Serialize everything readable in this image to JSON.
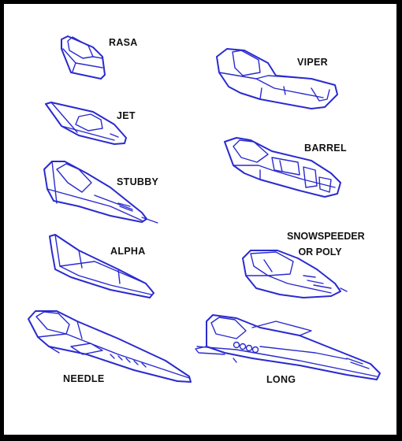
{
  "colors": {
    "line": "#2a2ad0",
    "ink": "#111111",
    "frame": "#000000",
    "background": "#ffffff"
  },
  "ships": [
    {
      "name": "RASA"
    },
    {
      "name": "JET"
    },
    {
      "name": "STUBBY"
    },
    {
      "name": "ALPHA"
    },
    {
      "name": "NEEDLE"
    },
    {
      "name": "VIPER"
    },
    {
      "name": "BARREL"
    },
    {
      "name": "SNOWSPEEDER",
      "name_line2": "OR POLY"
    },
    {
      "name": "LONG"
    }
  ]
}
